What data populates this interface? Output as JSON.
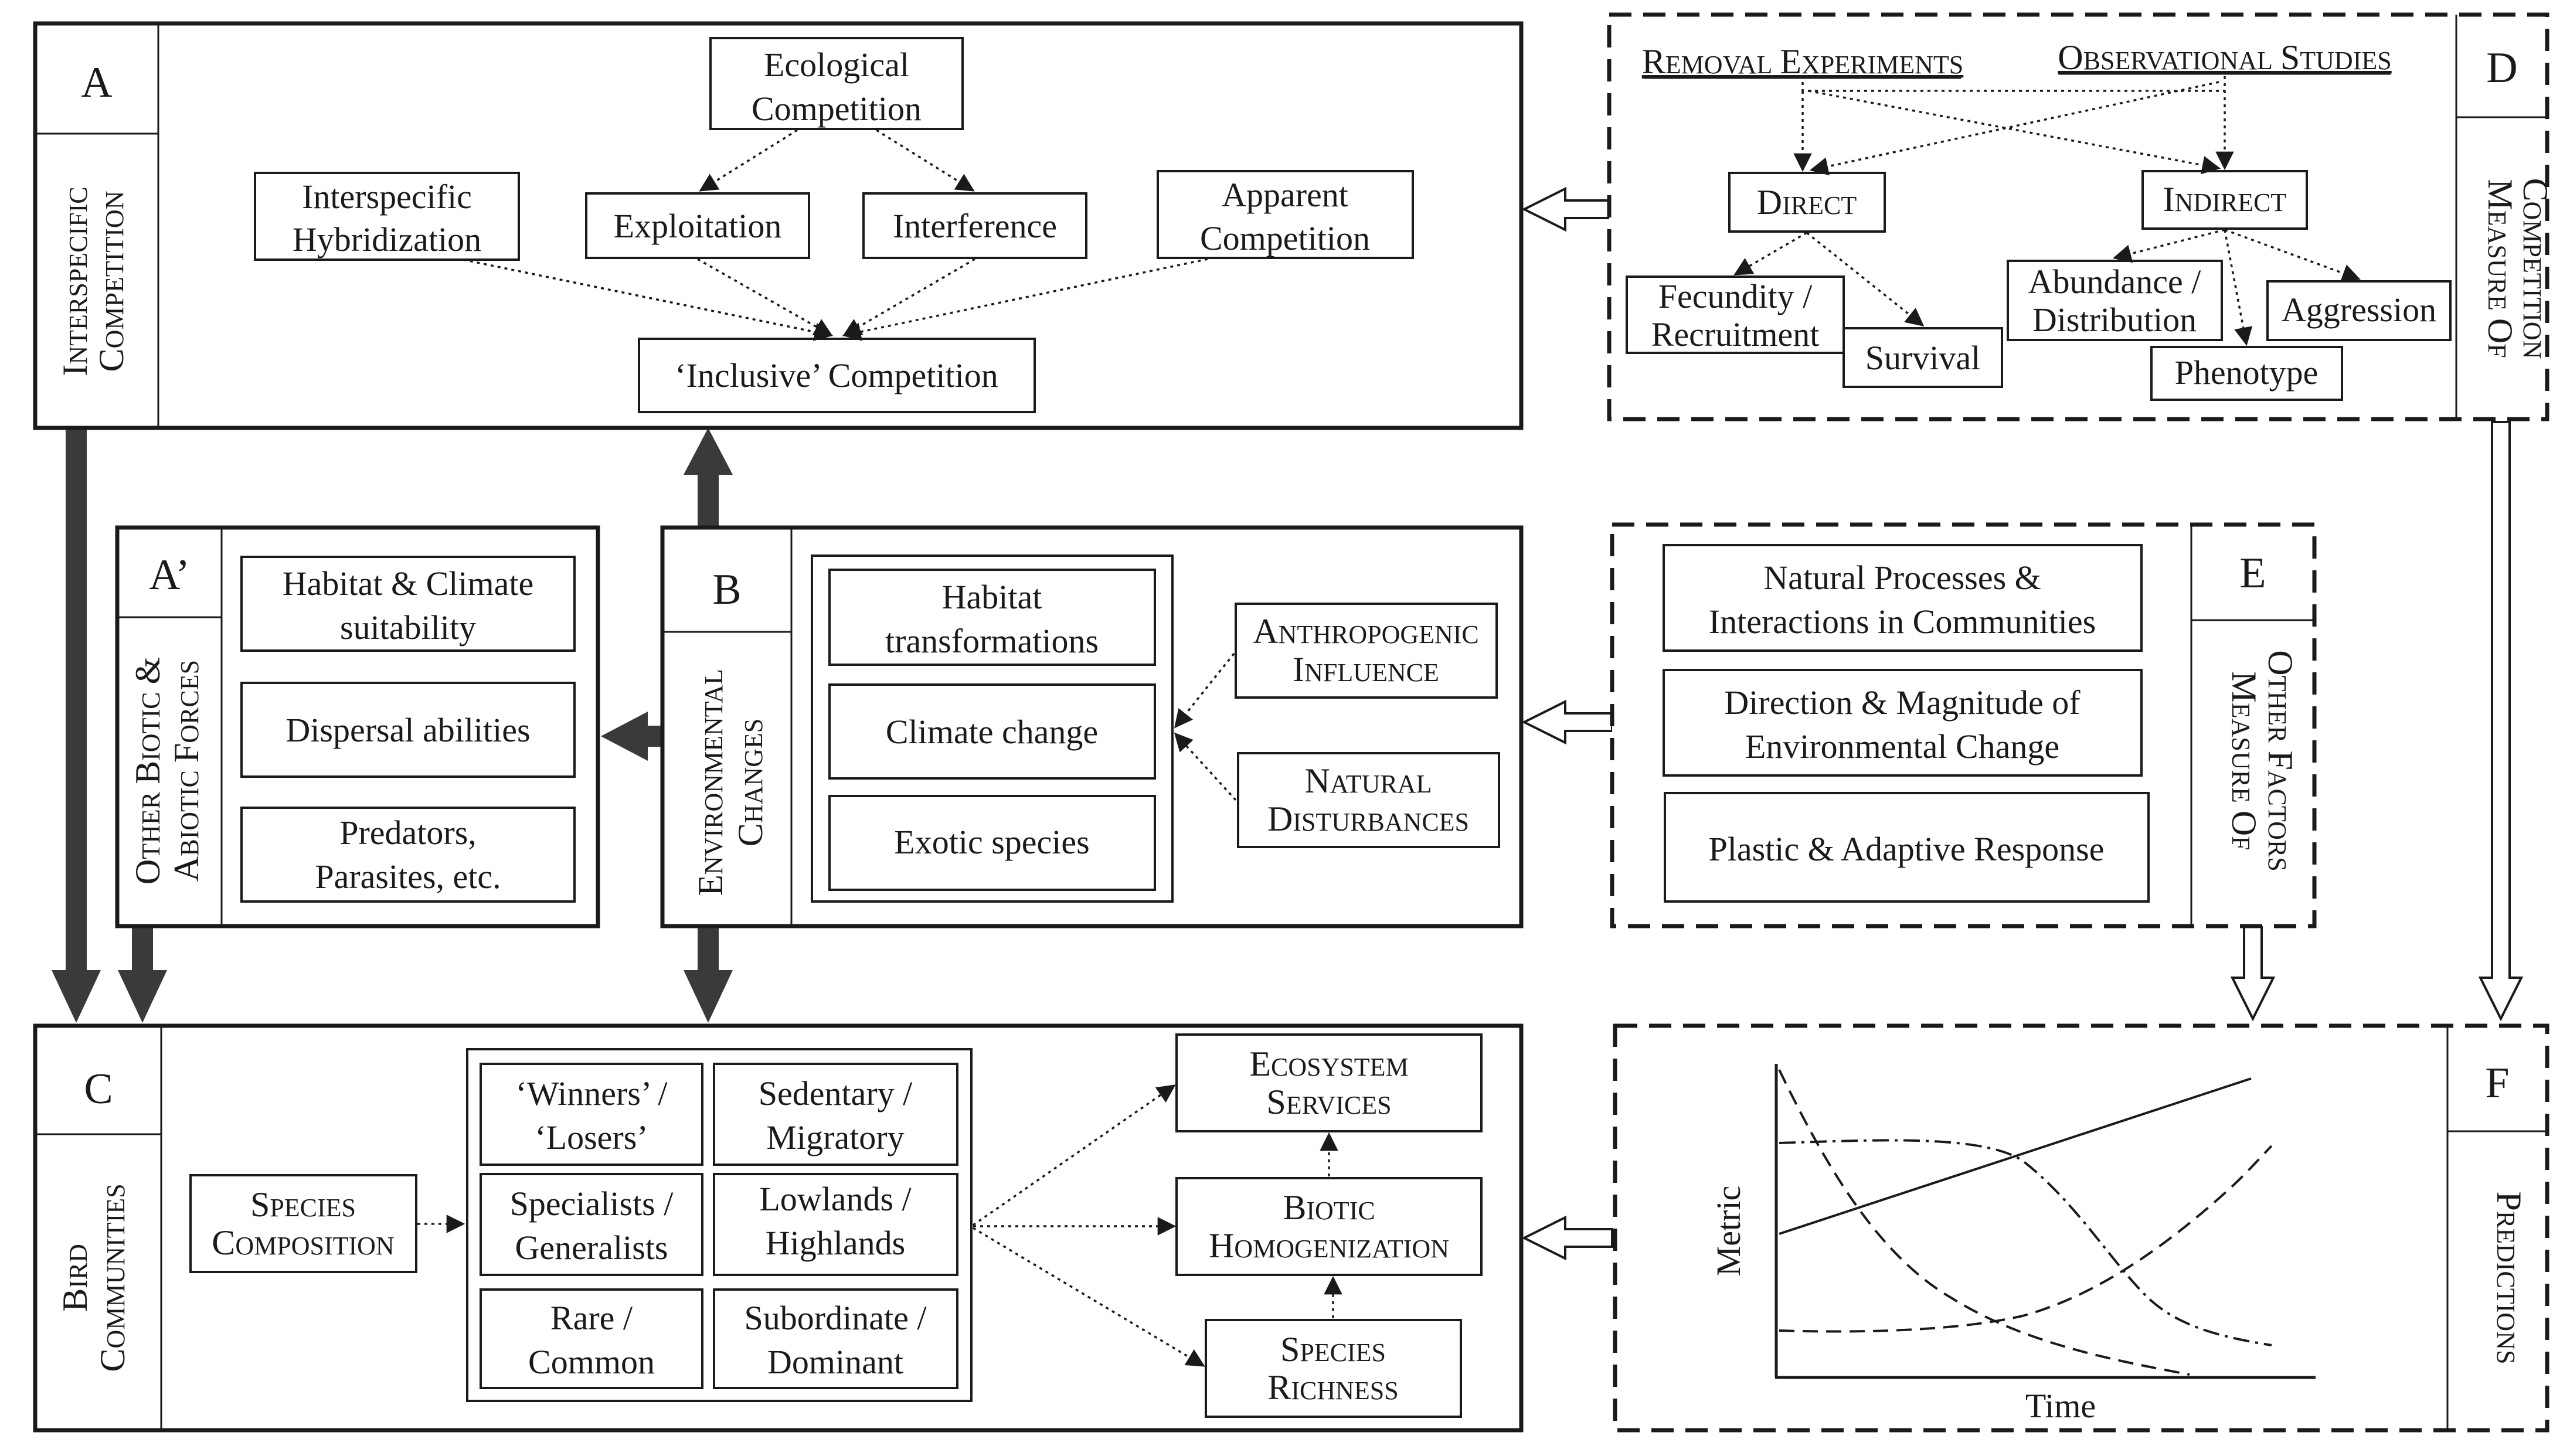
{
  "colors": {
    "ink": "#1a1a1a",
    "background": "#ffffff",
    "thick_arrow": "#3a3a3a"
  },
  "panel_a": {
    "letter": "A",
    "side_label_1": "Interspecific",
    "side_label_2": "Competition",
    "ecological_1": "Ecological",
    "ecological_2": "Competition",
    "hybrid_1": "Interspecific",
    "hybrid_2": "Hybridization",
    "exploitation": "Exploitation",
    "interference": "Interference",
    "apparent_1": "Apparent",
    "apparent_2": "Competition",
    "inclusive": "‘Inclusive’ Competition"
  },
  "panel_a_prime": {
    "letter": "A’",
    "side_label_1": "Other Biotic &",
    "side_label_2": "Abiotic Forces",
    "habitat_1": "Habitat & Climate",
    "habitat_2": "suitability",
    "dispersal": "Dispersal abilities",
    "predators_1": "Predators,",
    "predators_2": "Parasites, etc."
  },
  "panel_b": {
    "letter": "B",
    "side_label_1": "Environmental",
    "side_label_2": "Changes",
    "habitat_1": "Habitat",
    "habitat_2": "transformations",
    "climate": "Climate change",
    "exotic": "Exotic species",
    "anthro_1": "Anthropogenic",
    "anthro_2": "Influence",
    "natural_1": "Natural",
    "natural_2": "Disturbances"
  },
  "panel_c": {
    "letter": "C",
    "side_label_1": "Bird",
    "side_label_2": "Communities",
    "species_comp_1": "Species",
    "species_comp_2": "Composition",
    "grid": [
      [
        "‘Winners’ /",
        "‘Losers’"
      ],
      [
        "Sedentary /",
        "Migratory"
      ],
      [
        "Specialists /",
        "Generalists"
      ],
      [
        "Lowlands /",
        "Highlands"
      ],
      [
        "Rare /",
        "Common"
      ],
      [
        "Subordinate /",
        "Dominant"
      ]
    ],
    "ecosystem_1": "Ecosystem",
    "ecosystem_2": "Services",
    "biotic_1": "Biotic",
    "biotic_2": "Homogenization",
    "richness_1": "Species",
    "richness_2": "Richness"
  },
  "panel_d": {
    "letter": "D",
    "side_label_1": "Measure of",
    "side_label_2": "Competition",
    "removal": "Removal Experiments",
    "observational": "Observational Studies",
    "direct": "Direct",
    "indirect": "Indirect",
    "fecundity_1": "Fecundity /",
    "fecundity_2": "Recruitment",
    "survival": "Survival",
    "abundance_1": "Abundance /",
    "abundance_2": "Distribution",
    "phenotype": "Phenotype",
    "aggression": "Aggression"
  },
  "panel_e": {
    "letter": "E",
    "side_label_1": "Measure of",
    "side_label_2": "Other Factors",
    "natural_1": "Natural Processes &",
    "natural_2": "Interactions in Communities",
    "direction_1": "Direction & Magnitude of",
    "direction_2": "Environmental Change",
    "plastic": "Plastic & Adaptive Response"
  },
  "panel_f": {
    "letter": "F",
    "side_label": "Predictions",
    "ylabel": "Metric",
    "xlabel": "Time"
  }
}
